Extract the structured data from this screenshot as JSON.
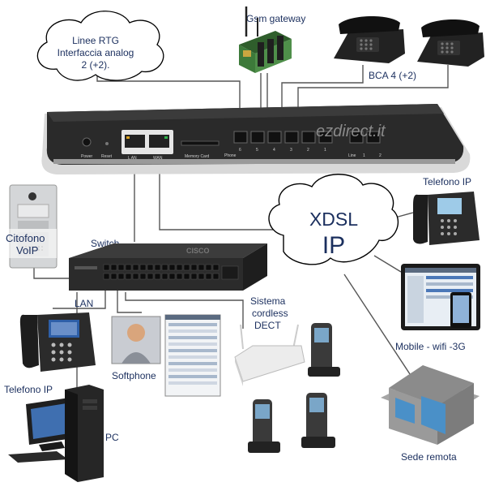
{
  "labels": {
    "gsm_gateway": "Gsm gateway",
    "analog_cloud": [
      "Linee RTG",
      "Interfaccia analog",
      "2 (+2)."
    ],
    "bca": "BCA 4 (+2)",
    "watermark": "ezdirect.it",
    "telefono_ip_right": "Telefono IP",
    "xdsl_cloud": [
      "XDSL",
      "IP"
    ],
    "citofono": [
      "Citofono",
      "VoIP"
    ],
    "switch": "Switch",
    "lan": "LAN",
    "softphone": "Softphone",
    "telefono_ip_left": "Telefono IP",
    "sistema_dect": [
      "Sistema",
      "cordless",
      "DECT"
    ],
    "mobile": "Mobile - wifi -3G",
    "pc": "PC",
    "sede_remota": "Sede remota"
  },
  "router_ports": {
    "power": "Power",
    "reset": "Reset",
    "lan": "L AN",
    "wan": "WAN",
    "memory_card": "Memory Card",
    "phone": "Phone",
    "line": "Line",
    "phone_numbers": [
      "6",
      "5",
      "4",
      "3",
      "2",
      "1"
    ],
    "line_numbers": [
      "1",
      "2"
    ]
  },
  "switch_brand": "CISCO",
  "colors": {
    "label_text": "#1b2f5e",
    "router_body": "#2a2a2a",
    "cloud_fill": "#ffffff",
    "cloud_stroke": "#000000",
    "gsm_board": "#3d7a3a"
  }
}
